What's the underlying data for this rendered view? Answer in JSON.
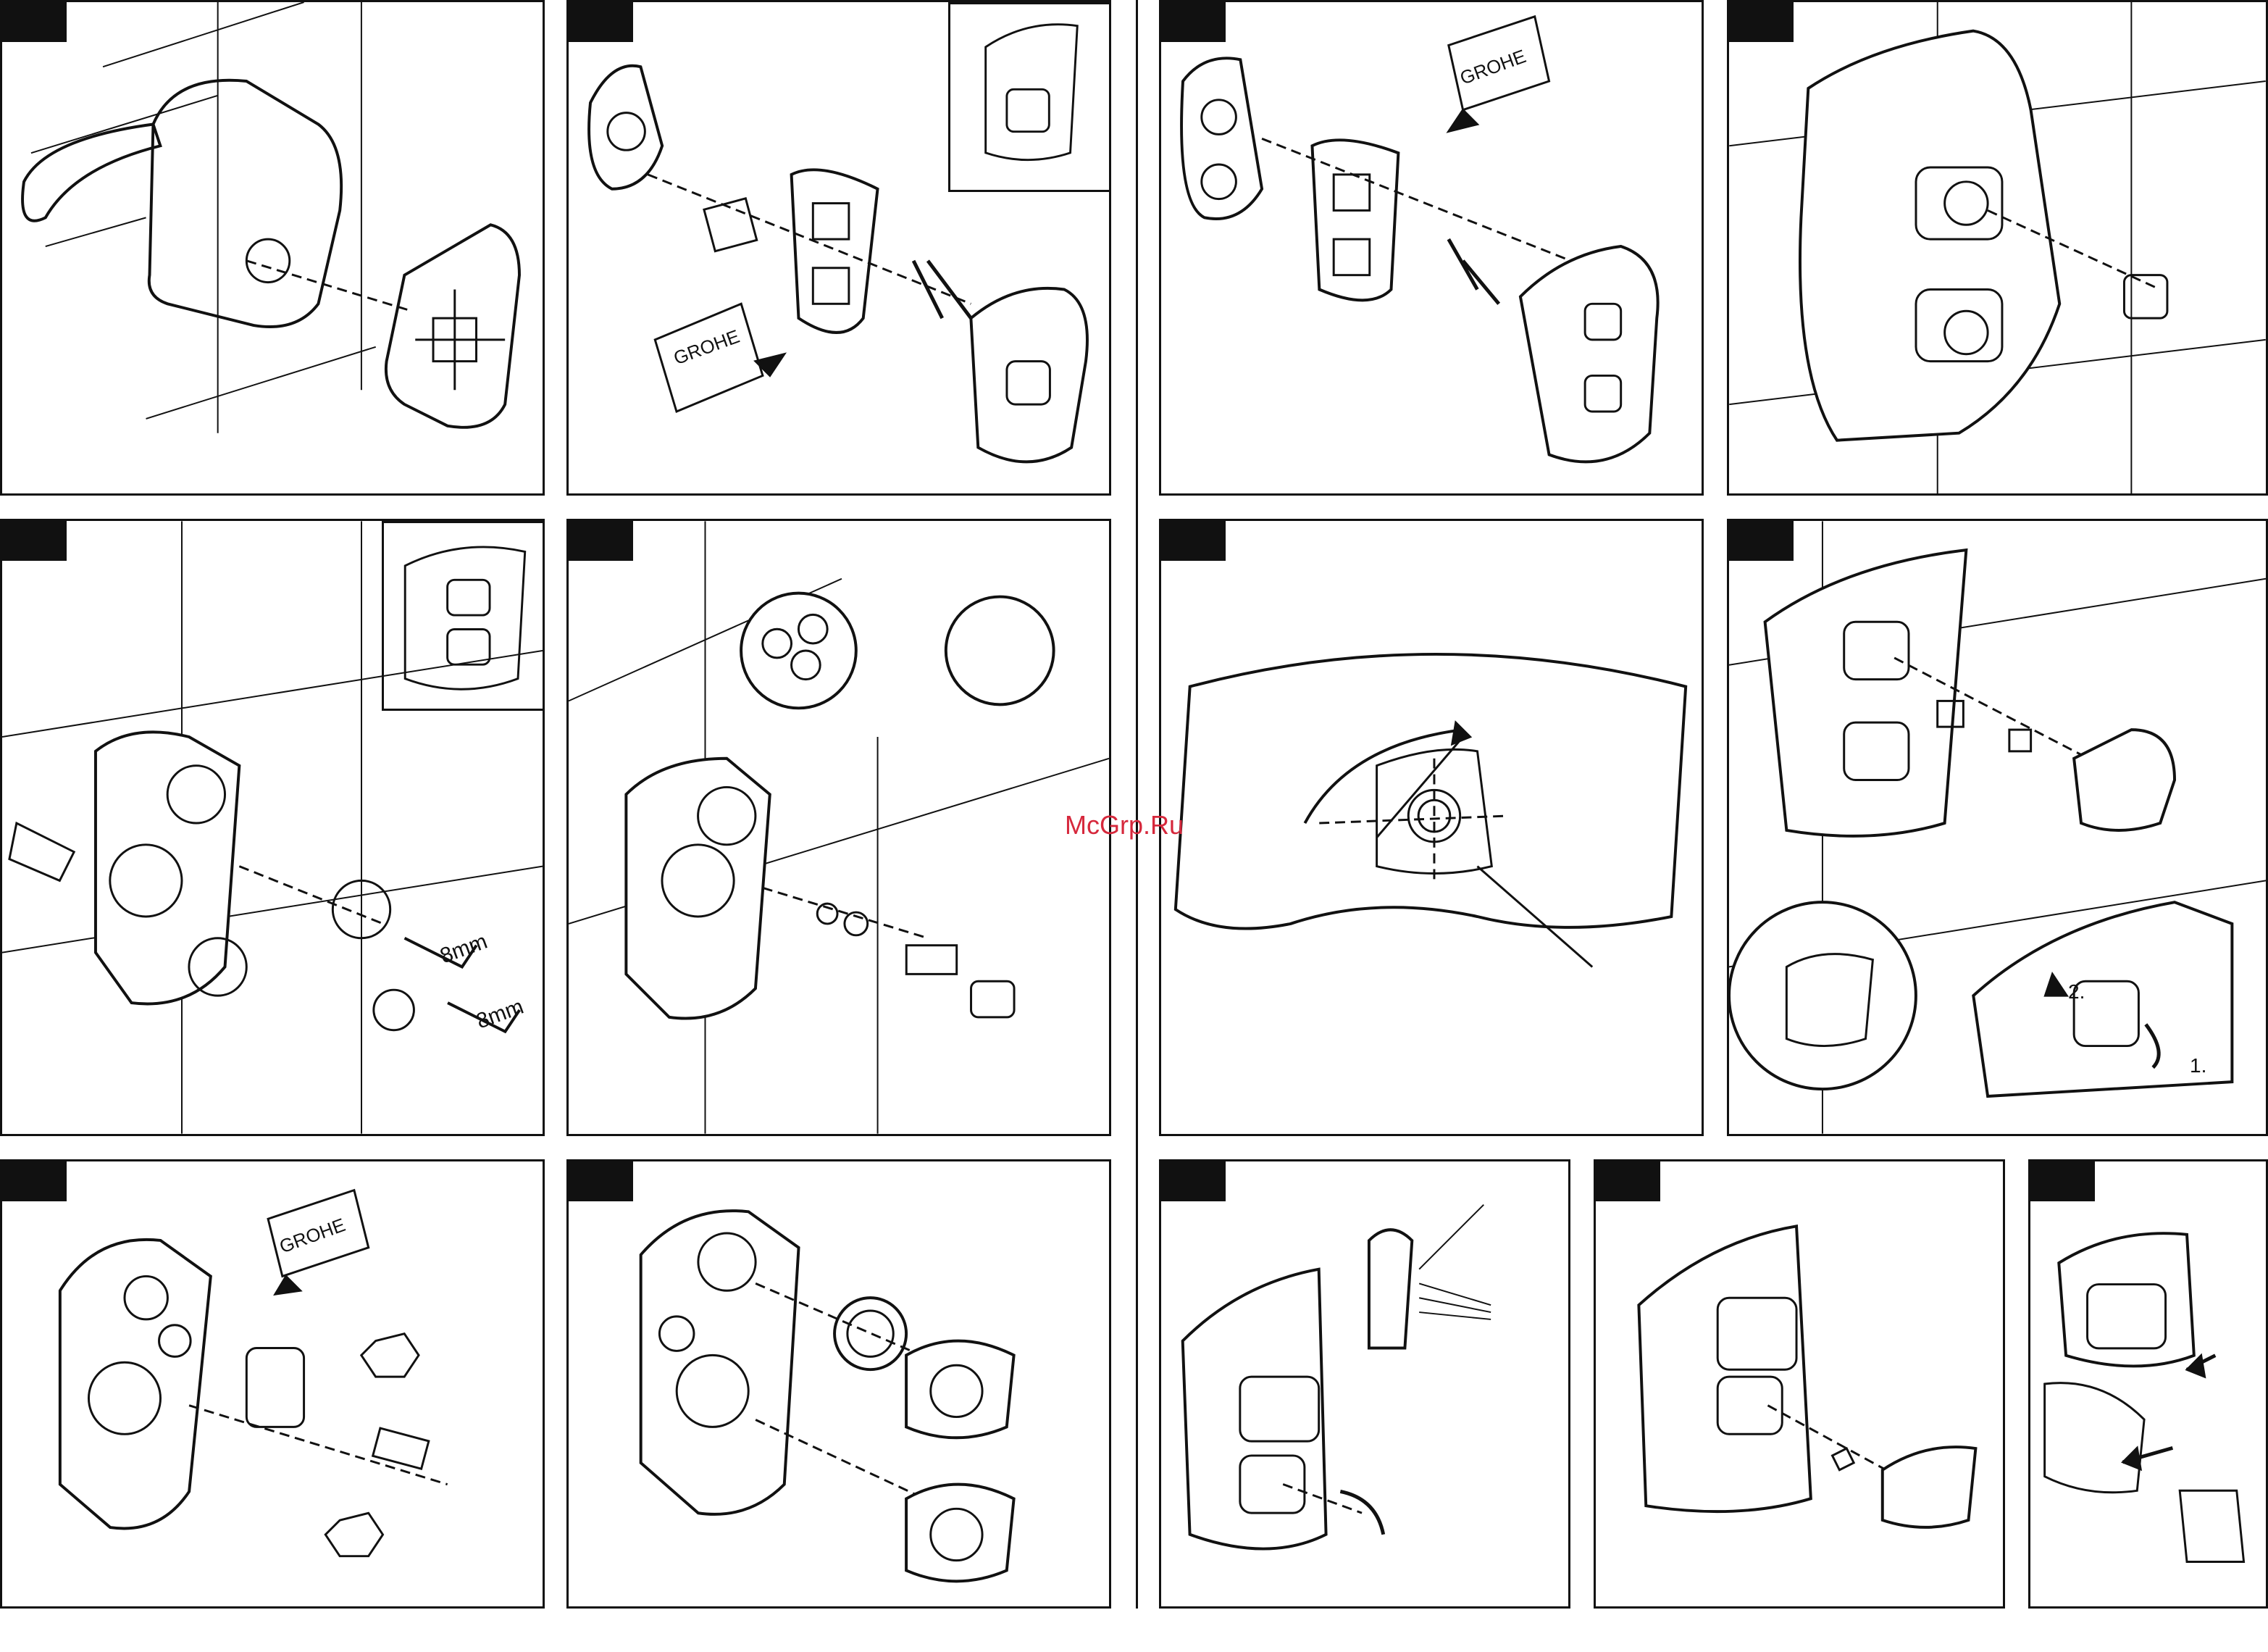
{
  "watermark": "McGrp.Ru",
  "brand_card": "GROHE",
  "wrench_size_1": "8mm",
  "wrench_size_2": "8mm",
  "step_1": "1.",
  "step_2": "2."
}
